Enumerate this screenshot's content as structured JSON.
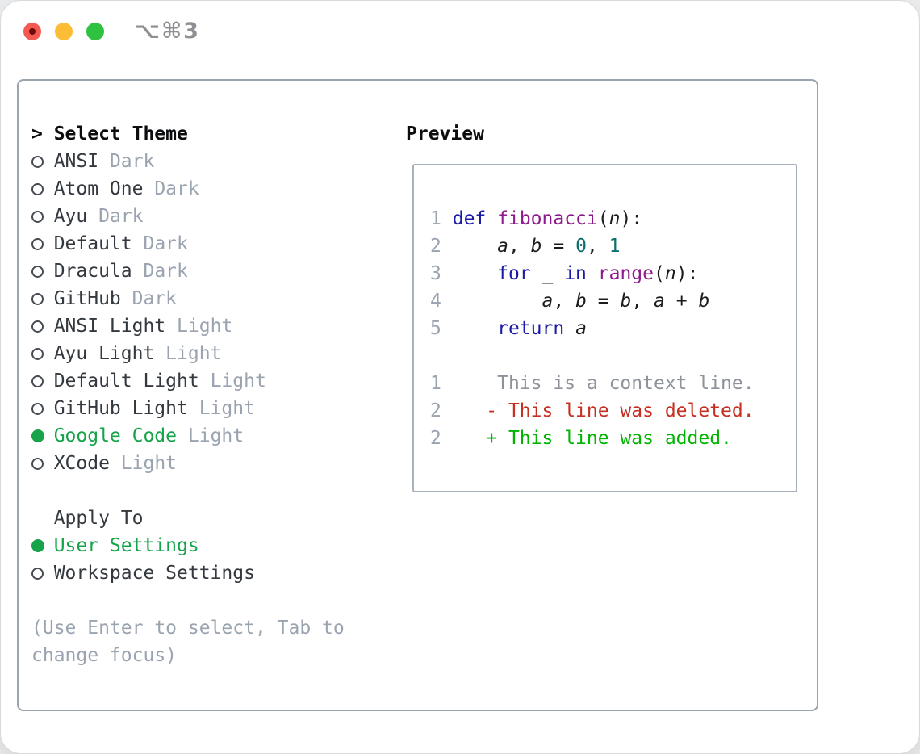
{
  "window": {
    "title": "⌥⌘3"
  },
  "titlebar": {
    "buttons": [
      {
        "name": "close"
      },
      {
        "name": "minimize"
      },
      {
        "name": "zoom"
      }
    ]
  },
  "theme_picker": {
    "cursor": ">",
    "header": "Select Theme",
    "themes": [
      {
        "name": "ANSI",
        "variant": "Dark",
        "selected": false
      },
      {
        "name": "Atom One",
        "variant": "Dark",
        "selected": false
      },
      {
        "name": "Ayu",
        "variant": "Dark",
        "selected": false
      },
      {
        "name": "Default",
        "variant": "Dark",
        "selected": false
      },
      {
        "name": "Dracula",
        "variant": "Dark",
        "selected": false
      },
      {
        "name": "GitHub",
        "variant": "Dark",
        "selected": false
      },
      {
        "name": "ANSI Light",
        "variant": "Light",
        "selected": false
      },
      {
        "name": "Ayu Light",
        "variant": "Light",
        "selected": false
      },
      {
        "name": "Default Light",
        "variant": "Light",
        "selected": false
      },
      {
        "name": "GitHub Light",
        "variant": "Light",
        "selected": false
      },
      {
        "name": "Google Code",
        "variant": "Light",
        "selected": true
      },
      {
        "name": "XCode",
        "variant": "Light",
        "selected": false
      }
    ],
    "apply_to": {
      "header": "Apply To",
      "options": [
        {
          "name": "User Settings",
          "selected": true
        },
        {
          "name": "Workspace Settings",
          "selected": false
        }
      ]
    },
    "hint_lines": [
      "(Use Enter to select, Tab to",
      "change focus)"
    ]
  },
  "preview": {
    "title": "Preview",
    "code_lines": [
      {
        "num": "1",
        "tokens": [
          [
            "kwd",
            "def"
          ],
          [
            "pln",
            " "
          ],
          [
            "fn",
            "fibonacci"
          ],
          [
            "pln",
            "("
          ],
          [
            "var",
            "n"
          ],
          [
            "pln",
            "):"
          ]
        ]
      },
      {
        "num": "2",
        "tokens": [
          [
            "pln",
            "    "
          ],
          [
            "var",
            "a"
          ],
          [
            "pln",
            ", "
          ],
          [
            "var",
            "b"
          ],
          [
            "pln",
            " = "
          ],
          [
            "num",
            "0"
          ],
          [
            "pln",
            ", "
          ],
          [
            "num",
            "1"
          ]
        ]
      },
      {
        "num": "3",
        "tokens": [
          [
            "pln",
            "    "
          ],
          [
            "kwd",
            "for"
          ],
          [
            "pln",
            " _ "
          ],
          [
            "kwd",
            "in"
          ],
          [
            "pln",
            " "
          ],
          [
            "fn",
            "range"
          ],
          [
            "pln",
            "("
          ],
          [
            "var",
            "n"
          ],
          [
            "pln",
            "):"
          ]
        ]
      },
      {
        "num": "4",
        "tokens": [
          [
            "pln",
            "        "
          ],
          [
            "var",
            "a"
          ],
          [
            "pln",
            ", "
          ],
          [
            "var",
            "b"
          ],
          [
            "pln",
            " = "
          ],
          [
            "var",
            "b"
          ],
          [
            "pln",
            ", "
          ],
          [
            "var",
            "a"
          ],
          [
            "pln",
            " + "
          ],
          [
            "var",
            "b"
          ]
        ]
      },
      {
        "num": "5",
        "tokens": [
          [
            "pln",
            "    "
          ],
          [
            "kwd",
            "return"
          ],
          [
            "pln",
            " "
          ],
          [
            "var",
            "a"
          ]
        ]
      }
    ],
    "diff_lines": [
      {
        "num": "1",
        "type": "context",
        "text": "    This is a context line."
      },
      {
        "num": "2",
        "type": "deleted",
        "text": "   - This line was deleted."
      },
      {
        "num": "2",
        "type": "added",
        "text": "   + This line was added."
      }
    ]
  },
  "colors": {
    "accent_green": "#16a34a",
    "diff_added": "#00b400",
    "diff_deleted": "#c53022",
    "keyword_blue": "#1a1aa6",
    "function_purple": "#8c1a8c",
    "number_teal": "#0e6e6e",
    "muted_gray": "#9aa3b0",
    "box_border": "#9ba3af"
  }
}
